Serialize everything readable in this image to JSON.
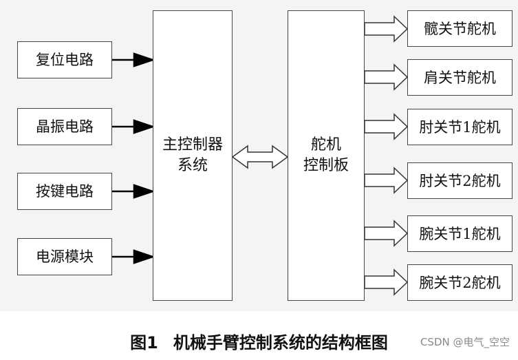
{
  "inputs": [
    {
      "label": "复位电路"
    },
    {
      "label": "晶振电路"
    },
    {
      "label": "按键电路"
    },
    {
      "label": "电源模块"
    }
  ],
  "main_controller": {
    "line1": "主控制器",
    "line2": "系统"
  },
  "servo_board": {
    "line1": "舵机",
    "line2": "控制板"
  },
  "servos": [
    {
      "label": "髋关节舵机"
    },
    {
      "label": "肩关节舵机"
    },
    {
      "label": "肘关节1舵机"
    },
    {
      "label": "肘关节2舵机"
    },
    {
      "label": "腕关节1舵机"
    },
    {
      "label": "腕关节2舵机"
    }
  ],
  "caption": {
    "number": "图1",
    "title": "机械手臂控制系统的结构框图"
  },
  "watermark": "CSDN @电气_空空"
}
